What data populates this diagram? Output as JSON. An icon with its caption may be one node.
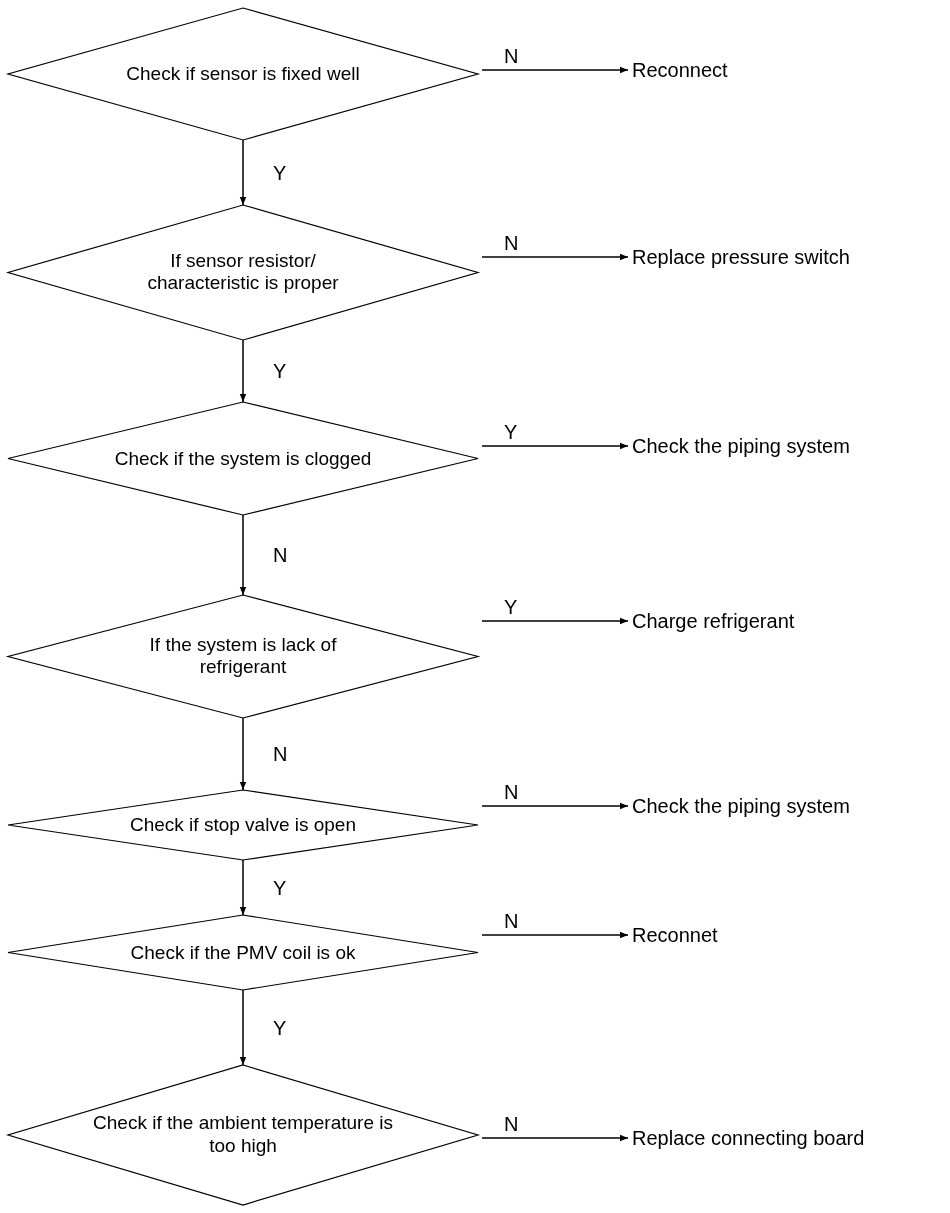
{
  "diagram": {
    "nodes": [
      {
        "text": [
          "Check if sensor is fixed well"
        ]
      },
      {
        "text": [
          "Reconnect"
        ]
      },
      {
        "text": [
          "If sensor resistor/ characteristic is proper"
        ]
      },
      {
        "text": [
          "Replace pressure switch"
        ]
      },
      {
        "text": [
          "Check if the system is clogged"
        ]
      },
      {
        "text": [
          "Check the piping system"
        ]
      },
      {
        "text": [
          "If the system is lack of refrigerant"
        ]
      },
      {
        "text": [
          "Charge refrigerant"
        ]
      },
      {
        "text": [
          "Check if stop valve is open"
        ]
      },
      {
        "text": [
          "Check the piping system"
        ]
      },
      {
        "text": [
          "Check if the PMV coil is ok"
        ]
      },
      {
        "text": [
          "Reconnet"
        ]
      },
      {
        "text": [
          "Check if the ambient temperature is too high"
        ]
      },
      {
        "text": [
          "Replace connecting board"
        ]
      }
    ],
    "edges": [
      {
        "from": 0,
        "to": 1,
        "arrow": "to",
        "label": "N"
      },
      {
        "from": 0,
        "to": 2,
        "arrow": "to",
        "label": "Y"
      },
      {
        "from": 2,
        "to": 3,
        "arrow": "to",
        "label": "N"
      },
      {
        "from": 2,
        "to": 4,
        "arrow": "to",
        "label": "Y"
      },
      {
        "from": 4,
        "to": 5,
        "arrow": "to",
        "label": "Y"
      },
      {
        "from": 4,
        "to": 6,
        "arrow": "to",
        "label": "N"
      },
      {
        "from": 6,
        "to": 7,
        "arrow": "to",
        "label": "Y"
      },
      {
        "from": 6,
        "to": 8,
        "arrow": "to",
        "label": "N"
      },
      {
        "from": 8,
        "to": 9,
        "arrow": "to",
        "label": "N"
      },
      {
        "from": 8,
        "to": 10,
        "arrow": "to",
        "label": "Y"
      },
      {
        "from": 10,
        "to": 11,
        "arrow": "to",
        "label": "N"
      },
      {
        "from": 10,
        "to": 12,
        "arrow": "to",
        "label": "Y"
      },
      {
        "from": 12,
        "to": 13,
        "arrow": "to",
        "label": "N"
      }
    ]
  }
}
